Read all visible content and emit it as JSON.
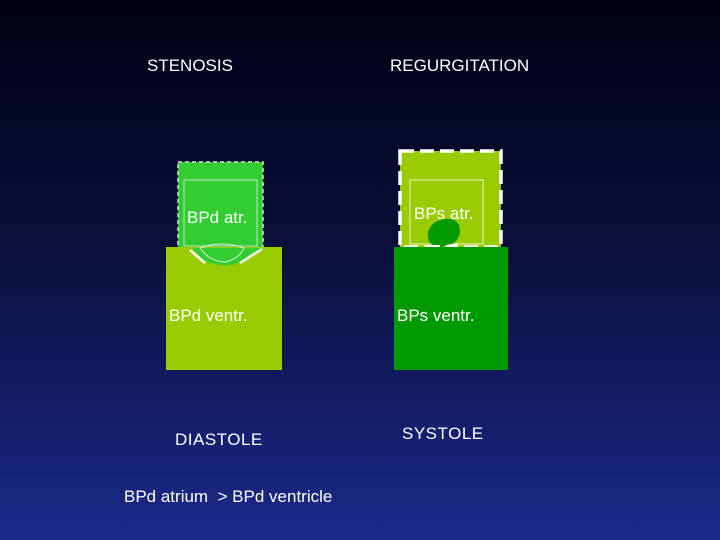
{
  "headings": {
    "left": "STENOSIS",
    "right": "REGURGITATION"
  },
  "stenosis": {
    "atrium_label": "BPd atr.",
    "ventricle_label": "BPd ventr.",
    "phase": "DIASTOLE"
  },
  "regurgitation": {
    "atrium_label": "BPs atr.",
    "ventricle_label": "BPs ventr.",
    "phase": "SYSTOLE"
  },
  "caption": "BPd atrium  > BPd ventricle",
  "colors": {
    "background_top": "#000014",
    "background_bottom": "#1a2a8a",
    "bright_green": "#33cc33",
    "yellow_green": "#99cc00",
    "dark_green": "#009900",
    "text": "#ffffff"
  }
}
